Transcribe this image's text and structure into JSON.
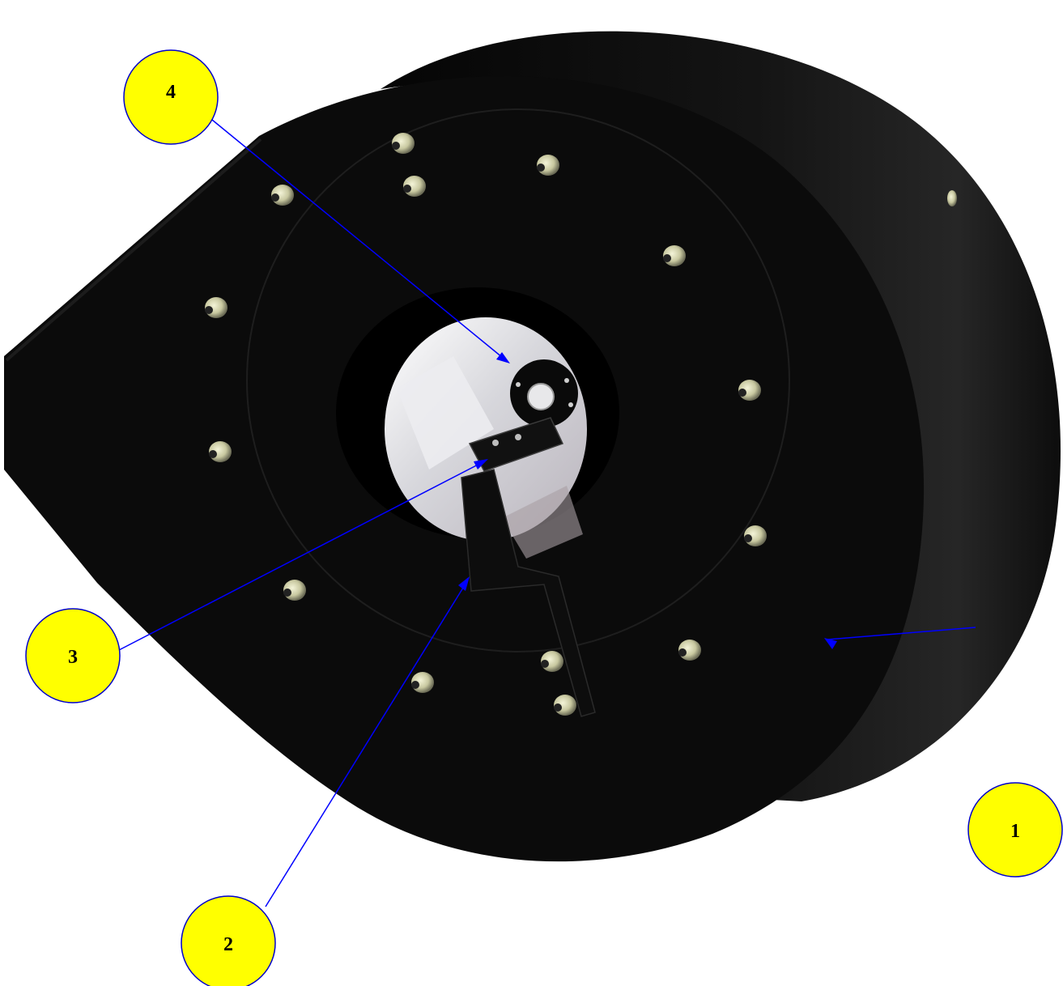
{
  "colors": {
    "background": "#ffffff",
    "housing": "#0b0b0b",
    "housing_shade": "#1a1a1a",
    "callout_fill": "#ffff00",
    "callout_stroke": "#0000cc",
    "leader": "#0000ff",
    "bolt": "#d8d8b0"
  },
  "callouts": [
    {
      "id": "1",
      "label": "1",
      "target": "outer-housing"
    },
    {
      "id": "2",
      "label": "2",
      "target": "mounting-bracket"
    },
    {
      "id": "3",
      "label": "3",
      "target": "sensor-block"
    },
    {
      "id": "4",
      "label": "4",
      "target": "inner-shaft-hub"
    }
  ]
}
